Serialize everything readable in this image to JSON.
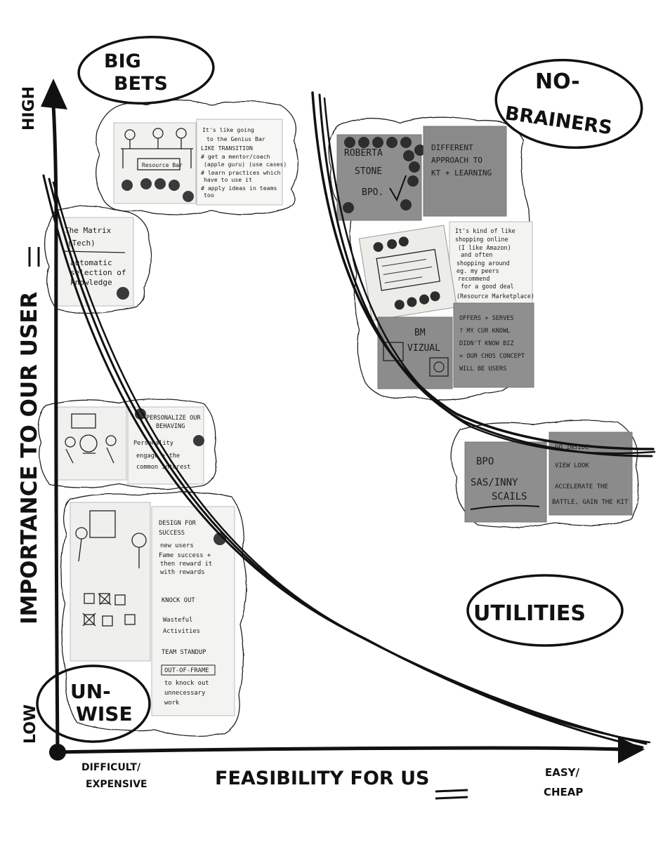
{
  "axes": {
    "y_label": "IMPORTANCE TO OUR USER",
    "y_high": "HIGH",
    "y_low": "LOW",
    "x_label": "FEASIBILITY FOR US",
    "x_left_line1": "DIFFICULT/",
    "x_left_line2": "EXPENSIVE",
    "x_right_line1": "EASY/",
    "x_right_line2": "CHEAP"
  },
  "quadrants": {
    "big_bets_line1": "BIG",
    "big_bets_line2": "BETS",
    "no_brainers_line1": "NO-",
    "no_brainers_line2": "BRAINERS",
    "utilities": "UTILITIES",
    "unwise_line1": "UN-",
    "unwise_line2": "WISE"
  },
  "notes": {
    "bigbets_left": "Resource Bar",
    "bigbets_right": [
      "It's like going",
      "to the Genius Bar",
      "LIKE TRANSITION",
      "# get a mentor/coach",
      "(apple guru) (use cases)",
      "# learn practices which",
      "have to use it",
      "# apply ideas in teams",
      "too"
    ],
    "matrix": [
      "The Matrix",
      "(Tech)",
      "automatic",
      "selection of",
      "knowledge"
    ],
    "nb_roberta": [
      "ROBERTA",
      "STONE",
      "BPO."
    ],
    "nb_different": [
      "DIFFERENT",
      "APPROACH TO",
      "KT + LEARNING"
    ],
    "nb_shopping": [
      "It's kind of like",
      "shopping online",
      "(I like Amazon)",
      "and often",
      "shopping around",
      "eg. my peers",
      "recommend",
      "for a good deal",
      "(Resource Marketplace)"
    ],
    "nb_bm": [
      "BM",
      "VIZUAL"
    ],
    "nb_offers": [
      "OFFERS + SERVES",
      "? MY CUR KNOWL",
      "DIDN'T KNOW BIZ",
      "= OUR CHOS CONCEPT",
      "WILL BE USERS"
    ],
    "mid_left": [
      "PERSONALIZE OUR",
      "BEHAVING",
      "Personality",
      "engage + the",
      "common interest"
    ],
    "util_bpo": [
      "BPO",
      "SAS/INNY",
      "SCAILS"
    ],
    "util_go": [
      "GO INSIDE",
      "VIEW LOOK",
      "ACCELERATE THE",
      "BATTLE, GAIN THE KIT"
    ],
    "unwise_right": [
      "DESIGN FOR",
      "SUCCESS",
      "new users",
      "Fame success +",
      "then reward it",
      "with rewards",
      "KNOCK OUT",
      "Wasteful",
      "Activities",
      "TEAM STANDUP",
      "OUT-OF-FRAME",
      "to knock out",
      "unnecessary",
      "work"
    ]
  }
}
